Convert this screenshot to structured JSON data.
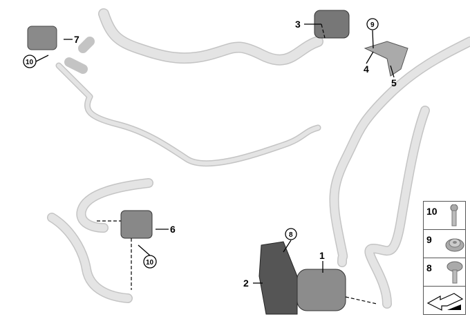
{
  "callouts": {
    "p1": "1",
    "p2": "2",
    "p3": "3",
    "p4": "4",
    "p5": "5",
    "p6": "6",
    "p7": "7",
    "p8": "8",
    "p9": "9",
    "p10a": "10",
    "p10b": "10"
  },
  "legend": {
    "items": [
      {
        "number": "10",
        "icon": "screw-icon"
      },
      {
        "number": "9",
        "icon": "flange-nut-icon"
      },
      {
        "number": "8",
        "icon": "collar-screw-icon"
      }
    ],
    "footer_icon": "arrow-icon"
  }
}
